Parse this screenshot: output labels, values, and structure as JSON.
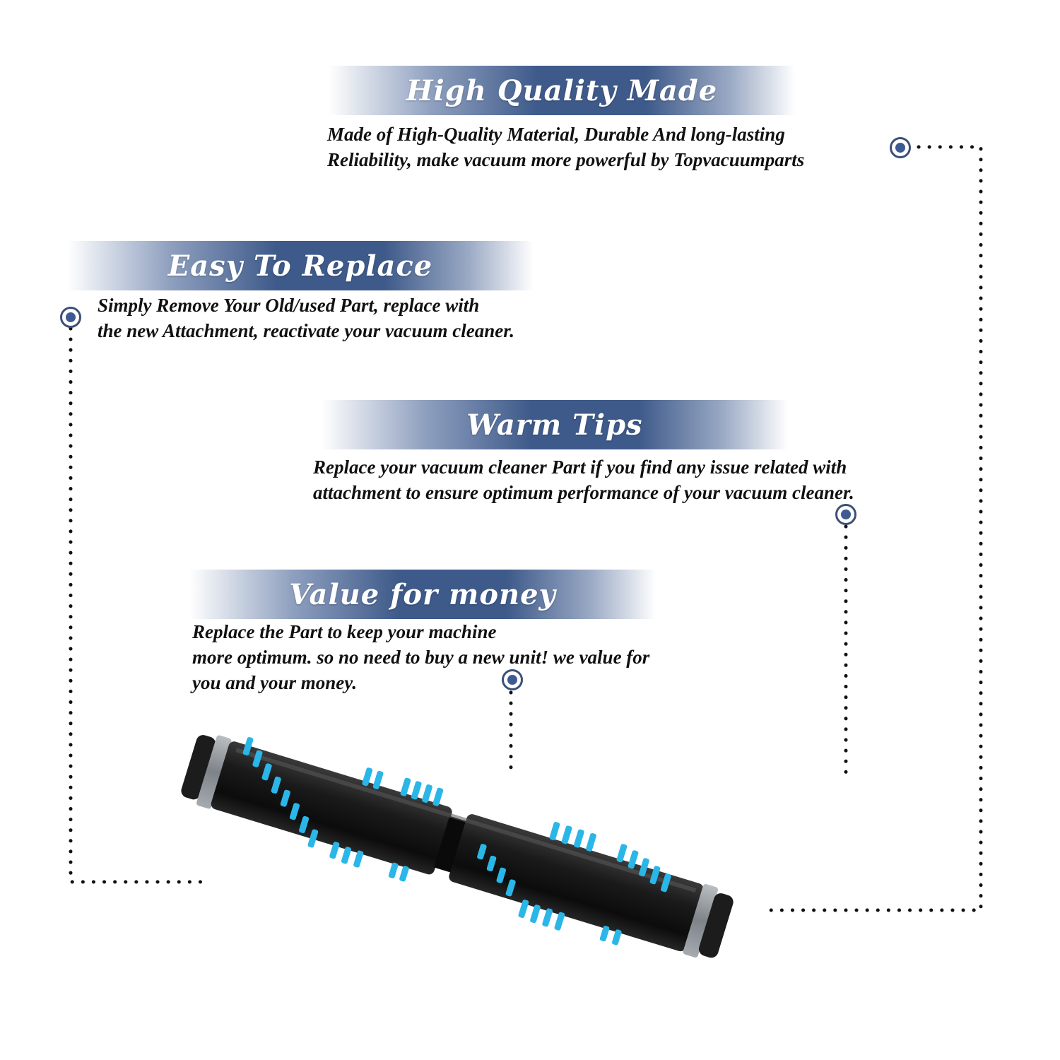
{
  "sections": [
    {
      "title": "High Quality Made",
      "lines": [
        "Made of  High-Quality Material, Durable And long-lasting",
        "Reliability, make vacuum more powerful by Topvacuumparts"
      ]
    },
    {
      "title": "Easy To Replace",
      "lines": [
        "Simply Remove Your Old/used Part, replace with",
        "the new Attachment, reactivate your vacuum cleaner."
      ]
    },
    {
      "title": "Warm Tips",
      "lines": [
        "Replace your vacuum cleaner Part if you find any issue related with",
        " attachment to ensure optimum performance of your vacuum cleaner."
      ]
    },
    {
      "title": "Value for money",
      "lines": [
        "Replace the Part to keep your machine",
        "more optimum. so no need to buy a new unit! we value for",
        "you and your money."
      ]
    }
  ],
  "product": {
    "image": "brush-roll-image",
    "colors": {
      "body": "#161616",
      "bristles": "#2bb6e8",
      "end_cap": "#8a8f94"
    }
  },
  "colors": {
    "banner_accent": "#3e5a8a",
    "marker": "#3d5a92",
    "dots": "#111111"
  }
}
